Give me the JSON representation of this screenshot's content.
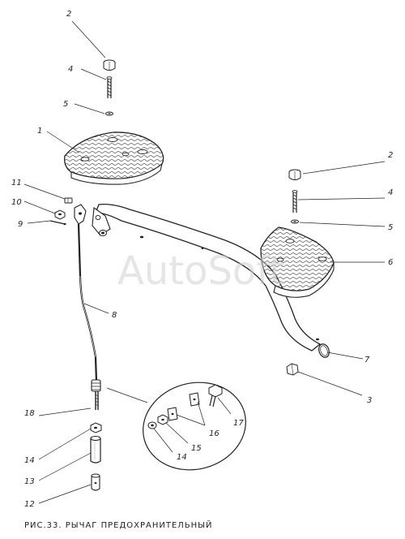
{
  "watermark": "AutoSoft",
  "caption": "РИС.33. РЫЧАГ ПРЕДОХРАНИТЕЛЬНЫЙ",
  "callouts": {
    "c2a": "2",
    "c4a": "4",
    "c5a": "5",
    "c1": "1",
    "c11": "11",
    "c10": "10",
    "c9": "9",
    "c8": "8",
    "c2b": "2",
    "c4b": "4",
    "c5b": "5",
    "c6": "6",
    "c7": "7",
    "c3": "3",
    "c18": "18",
    "c14a": "14",
    "c13": "13",
    "c12": "12",
    "c17": "17",
    "c16": "16",
    "c15": "15",
    "c14b": "14"
  }
}
